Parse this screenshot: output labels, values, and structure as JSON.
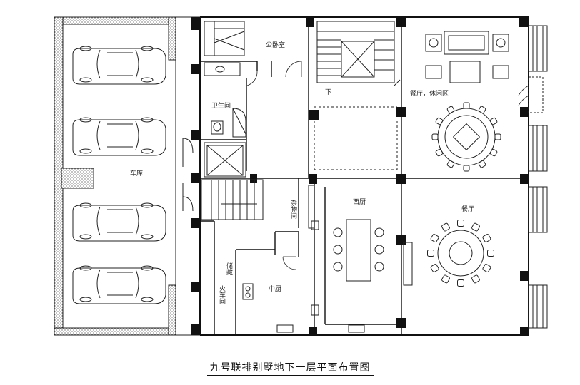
{
  "title": "九号联排别墅地下一层平面布置图",
  "rooms": {
    "garage": "车库",
    "guest_bedroom": "公卧室",
    "bathroom": "卫生间",
    "dining_lounge": "餐厅，休闲区",
    "western_kitchen": "西厨",
    "dining_room": "餐厅",
    "chinese_kitchen": "中厨",
    "storage": "杂物间",
    "fire_room": "火车间",
    "equipment": "储藏"
  },
  "stair_down_label": "下",
  "garage_car_count": 4
}
